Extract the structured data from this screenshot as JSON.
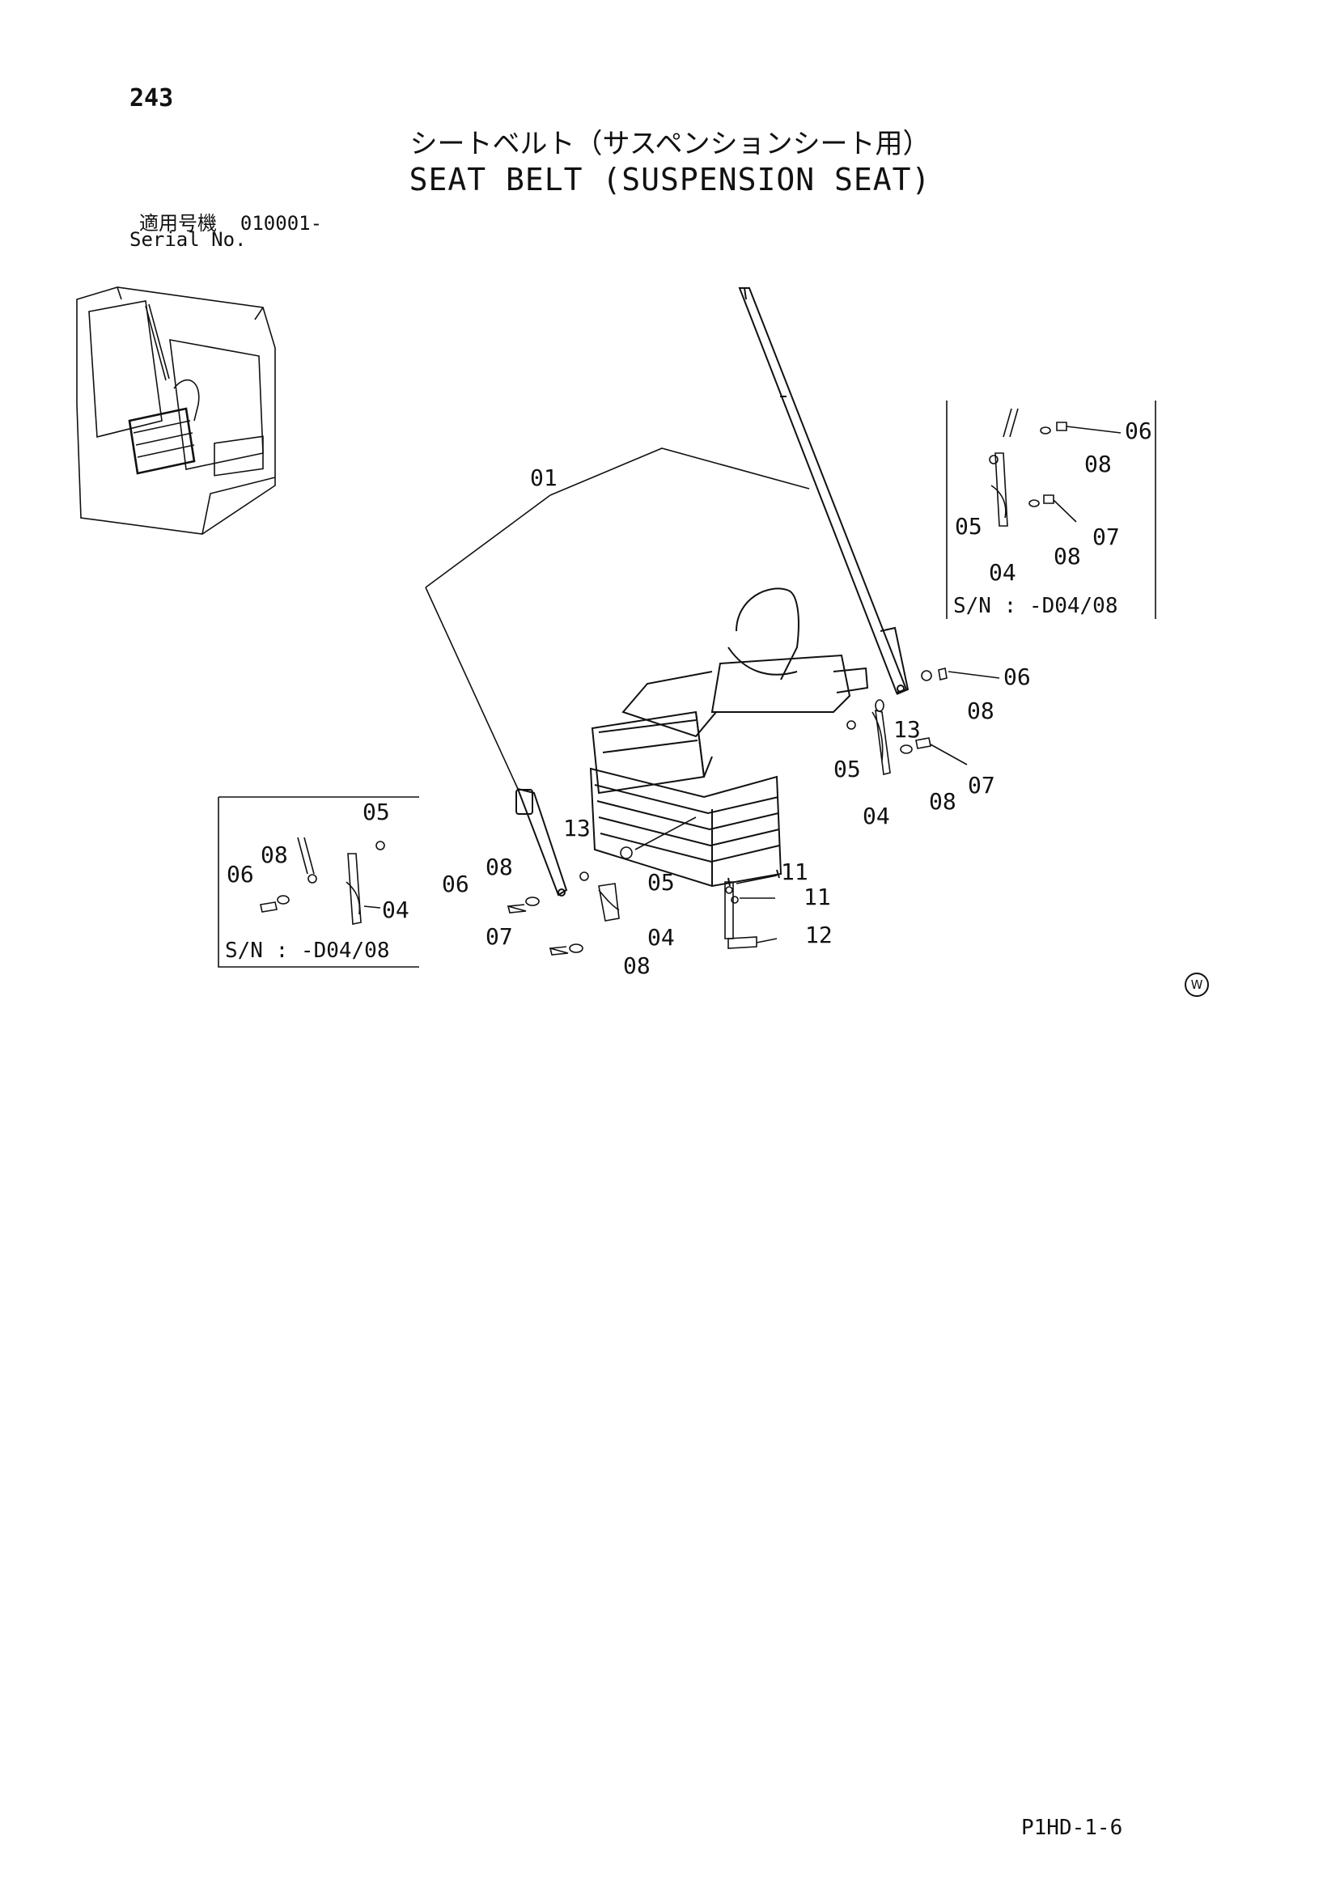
{
  "header": {
    "page_number": "243",
    "title_jp": "シートベルト（サスペンションシート用）",
    "title_en": "SEAT BELT (SUSPENSION SEAT)",
    "serial_label_jp": "適用号機",
    "serial_value": "010001-",
    "serial_label_en": "Serial No."
  },
  "callouts": {
    "main_01": "01",
    "main_13_left": "13",
    "main_05_left": "05",
    "main_08_left": "08",
    "main_06_left": "06",
    "main_07_left": "07",
    "main_04_left": "04",
    "main_08_left_b": "08",
    "main_11_a": "11",
    "main_11_b": "11",
    "main_12": "12",
    "main_06_right": "06",
    "main_08_right": "08",
    "main_13_right": "13",
    "main_05_right": "05",
    "main_07_right": "07",
    "main_08_right_b": "08",
    "main_04_right": "04",
    "inset_r_06": "06",
    "inset_r_08": "08",
    "inset_r_05": "05",
    "inset_r_07": "07",
    "inset_r_08_b": "08",
    "inset_r_04": "04",
    "inset_l_05": "05",
    "inset_l_08": "08",
    "inset_l_06": "06",
    "inset_l_04": "04"
  },
  "insets": {
    "right_serial": "S/N : -D04/08",
    "left_serial": "S/N : -D04/08"
  },
  "footer": {
    "code": "P1HD-1-6",
    "mark": "W"
  }
}
